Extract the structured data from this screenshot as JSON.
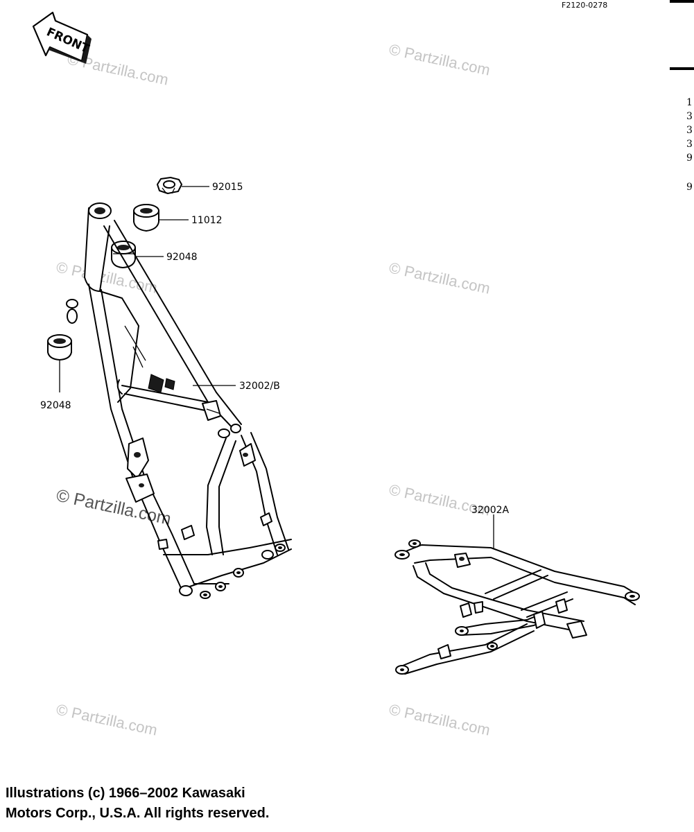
{
  "figure_code": "F2120-0278",
  "front_arrow": {
    "label": "FRONT"
  },
  "parts": {
    "p92015": "92015",
    "p11012": "11012",
    "p92048_top": "92048",
    "p92048_left": "92048",
    "p32002B": "32002/B",
    "p32002A": "32002A"
  },
  "watermark": {
    "text": "© Partzilla.com"
  },
  "edge_numbers": [
    "1",
    "3",
    "3",
    "3",
    "9",
    "9"
  ],
  "caption": {
    "line1": "Illustrations (c) 1966–2002 Kawasaki",
    "line2": "Motors Corp., U.S.A.  All rights reserved."
  }
}
